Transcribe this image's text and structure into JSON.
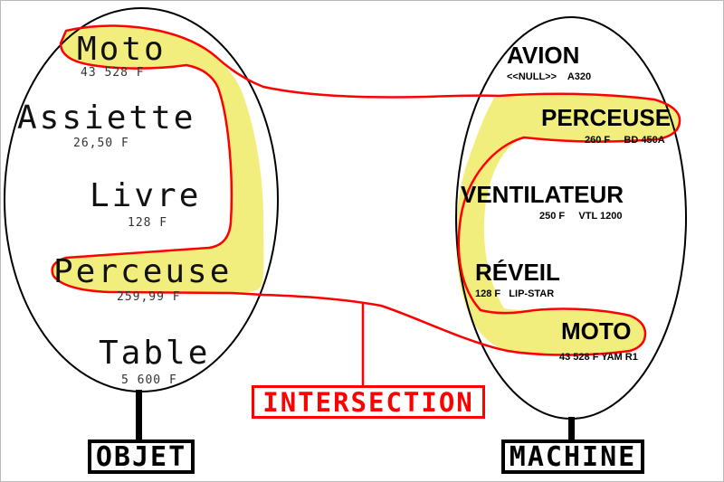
{
  "diagram": {
    "title": "set intersection diagram",
    "left_set": {
      "label": "OBJET",
      "items": [
        {
          "name": "Moto",
          "price": "43 528 F",
          "highlighted": true
        },
        {
          "name": "Assiette",
          "price": "26,50 F",
          "highlighted": false
        },
        {
          "name": "Livre",
          "price": "128 F",
          "highlighted": false
        },
        {
          "name": "Perceuse",
          "price": "259,99 F",
          "highlighted": true
        },
        {
          "name": "Table",
          "price": "5 600 F",
          "highlighted": false
        }
      ]
    },
    "right_set": {
      "label": "MACHINE",
      "items": [
        {
          "name": "AVION",
          "detail": "<<NULL>>    A320",
          "highlighted": false
        },
        {
          "name": "PERCEUSE",
          "detail": "260 F     BD 450A",
          "highlighted": true
        },
        {
          "name": "VENTILATEUR",
          "detail": "250 F     VTL 1200",
          "highlighted": false
        },
        {
          "name": "RÉVEIL",
          "detail": "128 F   LIP-STAR",
          "highlighted": false
        },
        {
          "name": "MOTO",
          "detail": "43 528 F YAM R1",
          "highlighted": true
        }
      ]
    },
    "intersection_label": "INTERSECTION",
    "colors": {
      "highlight_fill": "#f2ee7e",
      "outline": "#ff0000",
      "set_outline": "#000000"
    }
  }
}
